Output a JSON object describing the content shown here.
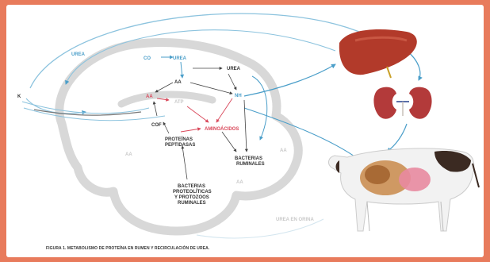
{
  "diagram": {
    "labels": {
      "urea_blood_left": "UREA",
      "x_mark": "K",
      "co2": "CO",
      "urea_center": "UREA",
      "urea_right": "UREA",
      "aa_center": "AA",
      "nh3": "NH",
      "aa_left": "AA",
      "red_faint": "ATP",
      "cof": "COF",
      "proteins": "PROTEÍNAS\nPEPTIDASAS",
      "aminoacids": "AMINOÁCIDOS",
      "bacteria_ruminal": "BACTERIAS\nRUMINALES",
      "bacteria_proteolytic": "BACTERIAS\nPROTEOLÍTICAS\nY PROTOZOOS\nRUMINALES",
      "faint_bottom": "UREA EN ORINA",
      "faint_left": "AA",
      "faint_mid": "AA",
      "faint_right": "AA"
    },
    "colors": {
      "background": "#e87b5c",
      "arrow_blue": "#4a9ec9",
      "arrow_red": "#d9485a",
      "rumen_outline": "#d6d6d6",
      "liver": "#b23a2a",
      "kidney": "#b33a3a",
      "cow_patch": "#3b2a22"
    },
    "icons": [
      "liver-icon",
      "kidneys-icon",
      "cow-icon"
    ]
  },
  "caption": "FIGURA 1. METABOLISMO DE PROTEÍNA EN RUMEN Y RECIRCULACIÓN DE UREA."
}
